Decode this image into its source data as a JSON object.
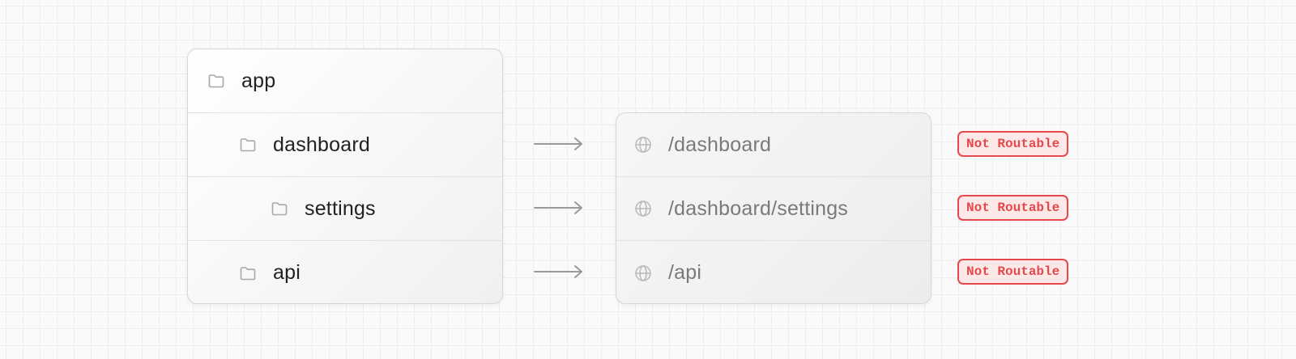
{
  "diagram": {
    "folder_tree": {
      "items": [
        {
          "label": "app",
          "icon": "folder-icon",
          "depth": 0
        },
        {
          "label": "dashboard",
          "icon": "folder-icon",
          "depth": 1
        },
        {
          "label": "settings",
          "icon": "folder-icon",
          "depth": 2
        },
        {
          "label": "api",
          "icon": "folder-icon",
          "depth": 1
        }
      ]
    },
    "routes": {
      "items": [
        {
          "label": "/dashboard",
          "icon": "globe-icon",
          "status": "Not Routable"
        },
        {
          "label": "/dashboard/settings",
          "icon": "globe-icon",
          "status": "Not Routable"
        },
        {
          "label": "/api",
          "icon": "globe-icon",
          "status": "Not Routable"
        }
      ]
    },
    "colors": {
      "badge_border": "#e5484d",
      "badge_background": "#fde8e8",
      "badge_text": "#e5484d",
      "arrow": "#9a9a9a",
      "icon": "#b0b0b0"
    }
  }
}
